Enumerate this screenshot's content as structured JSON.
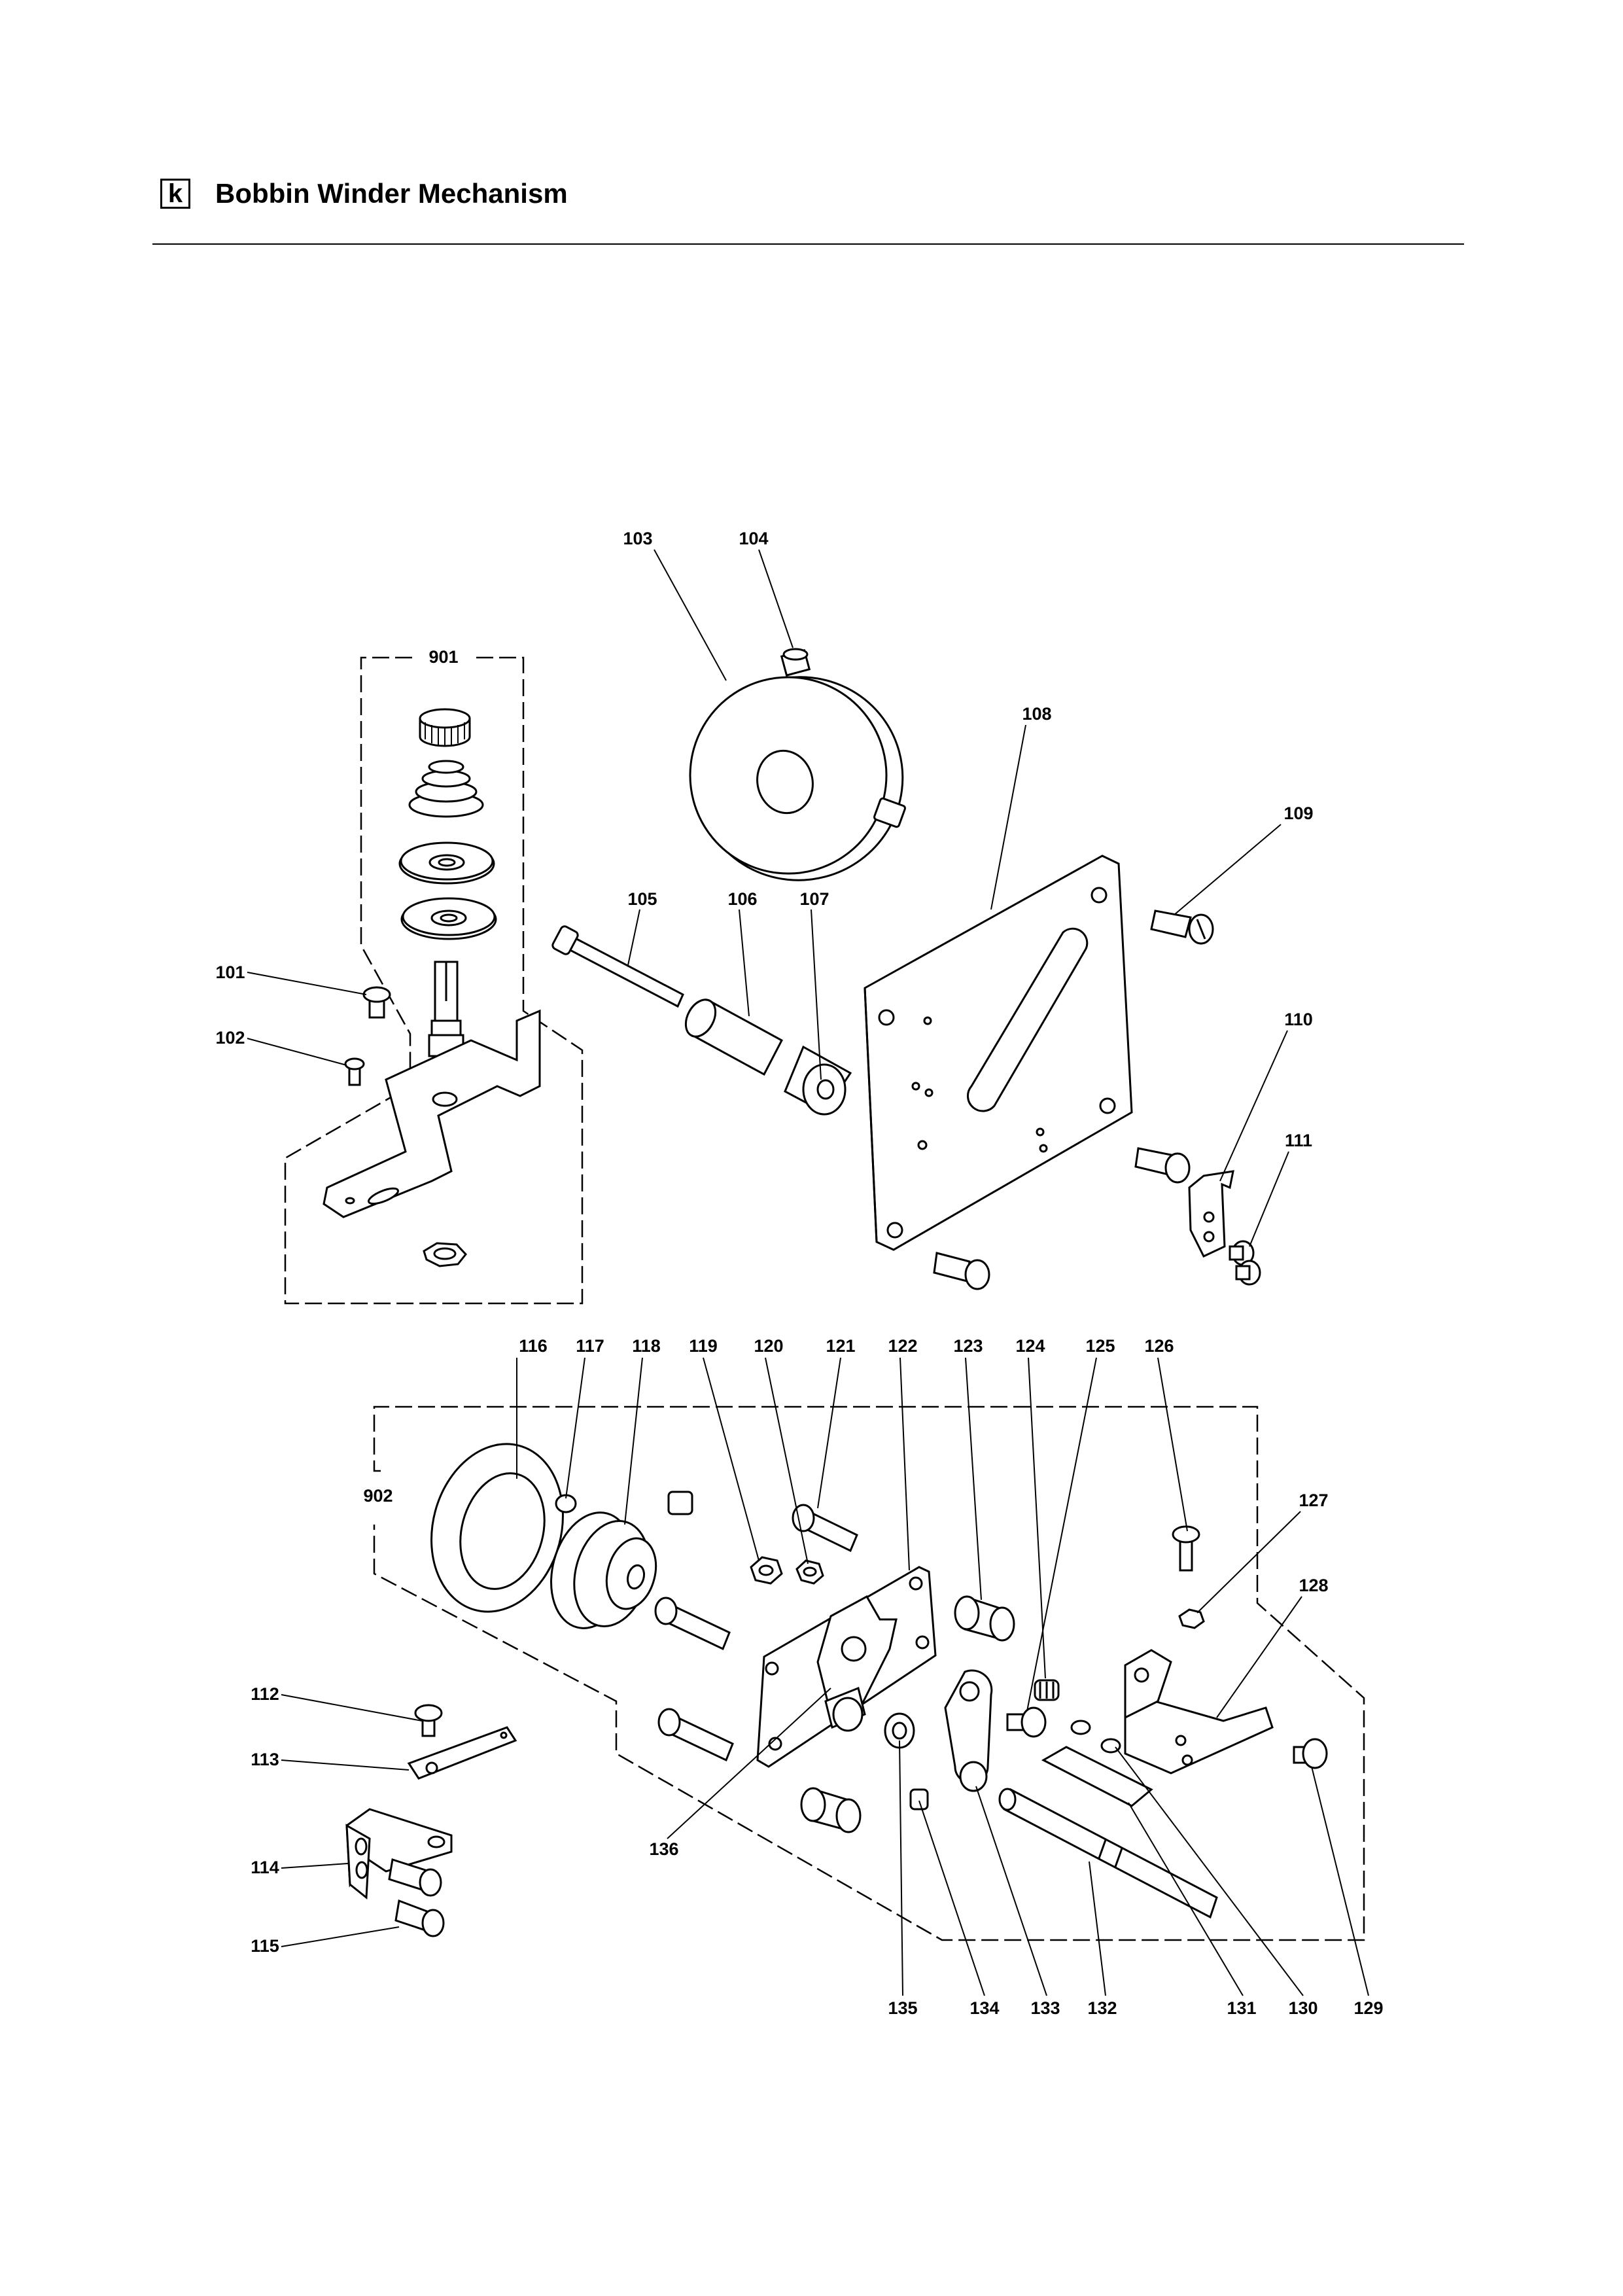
{
  "header": {
    "section_letter": "k",
    "title": "Bobbin Winder Mechanism"
  },
  "callouts": [
    {
      "id": "901",
      "label": "901"
    },
    {
      "id": "902",
      "label": "902"
    },
    {
      "id": "101",
      "label": "101"
    },
    {
      "id": "102",
      "label": "102"
    },
    {
      "id": "103",
      "label": "103"
    },
    {
      "id": "104",
      "label": "104"
    },
    {
      "id": "105",
      "label": "105"
    },
    {
      "id": "106",
      "label": "106"
    },
    {
      "id": "107",
      "label": "107"
    },
    {
      "id": "108",
      "label": "108"
    },
    {
      "id": "109",
      "label": "109"
    },
    {
      "id": "110",
      "label": "110"
    },
    {
      "id": "111",
      "label": "111"
    },
    {
      "id": "112",
      "label": "112"
    },
    {
      "id": "113",
      "label": "113"
    },
    {
      "id": "114",
      "label": "114"
    },
    {
      "id": "115",
      "label": "115"
    },
    {
      "id": "116",
      "label": "116"
    },
    {
      "id": "117",
      "label": "117"
    },
    {
      "id": "118",
      "label": "118"
    },
    {
      "id": "119",
      "label": "119"
    },
    {
      "id": "120",
      "label": "120"
    },
    {
      "id": "121",
      "label": "121"
    },
    {
      "id": "122",
      "label": "122"
    },
    {
      "id": "123",
      "label": "123"
    },
    {
      "id": "124",
      "label": "124"
    },
    {
      "id": "125",
      "label": "125"
    },
    {
      "id": "126",
      "label": "126"
    },
    {
      "id": "127",
      "label": "127"
    },
    {
      "id": "128",
      "label": "128"
    },
    {
      "id": "129",
      "label": "129"
    },
    {
      "id": "130",
      "label": "130"
    },
    {
      "id": "131",
      "label": "131"
    },
    {
      "id": "132",
      "label": "132"
    },
    {
      "id": "133",
      "label": "133"
    },
    {
      "id": "134",
      "label": "134"
    },
    {
      "id": "135",
      "label": "135"
    },
    {
      "id": "136",
      "label": "136"
    }
  ]
}
